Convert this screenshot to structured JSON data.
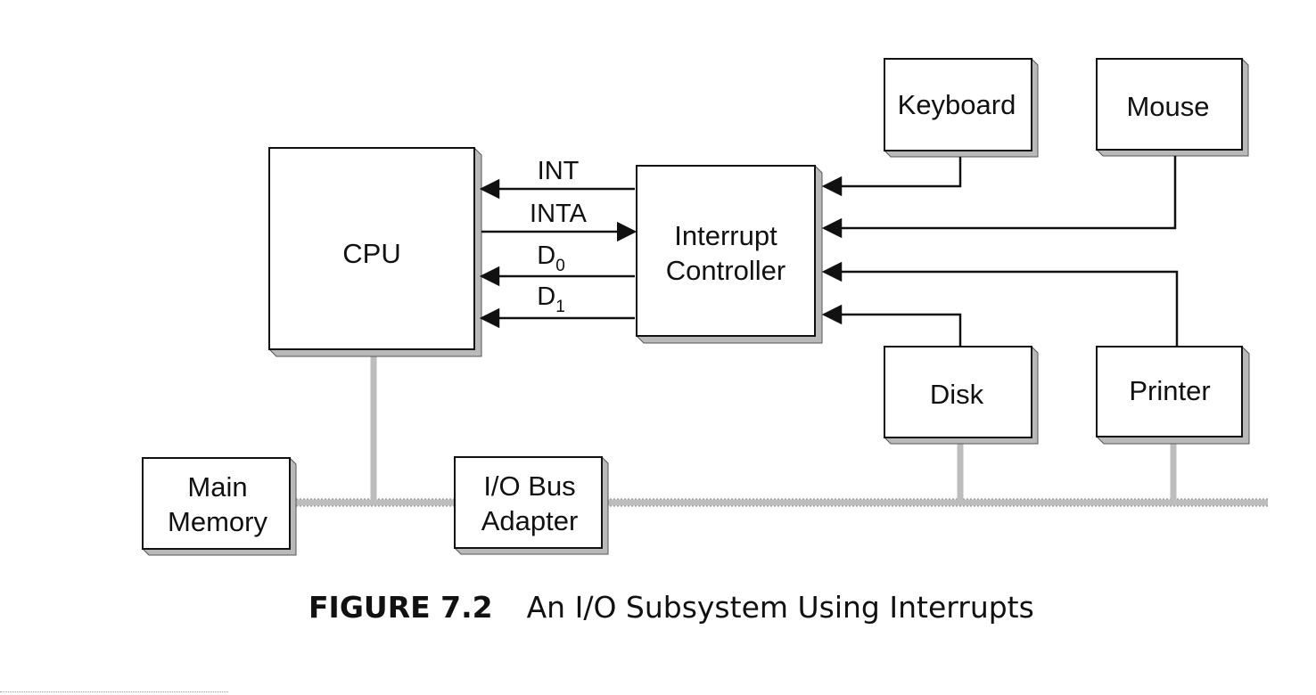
{
  "caption": {
    "figure_number": "FIGURE 7.2",
    "title": "An I/O Subsystem Using Interrupts"
  },
  "nodes": {
    "cpu": "CPU",
    "controller": [
      "Interrupt",
      "Controller"
    ],
    "keyboard": "Keyboard",
    "mouse": "Mouse",
    "disk": "Disk",
    "printer": "Printer",
    "main_memory": [
      "Main",
      "Memory"
    ],
    "io_bus_adapter": [
      "I/O Bus",
      "Adapter"
    ]
  },
  "signals": {
    "int": "INT",
    "inta": "INTA",
    "d0": {
      "base": "D",
      "sub": "0"
    },
    "d1": {
      "base": "D",
      "sub": "1"
    }
  },
  "colors": {
    "line": "#111111",
    "bus": "#bdbdbd",
    "shadow": "#b9b9b9"
  }
}
